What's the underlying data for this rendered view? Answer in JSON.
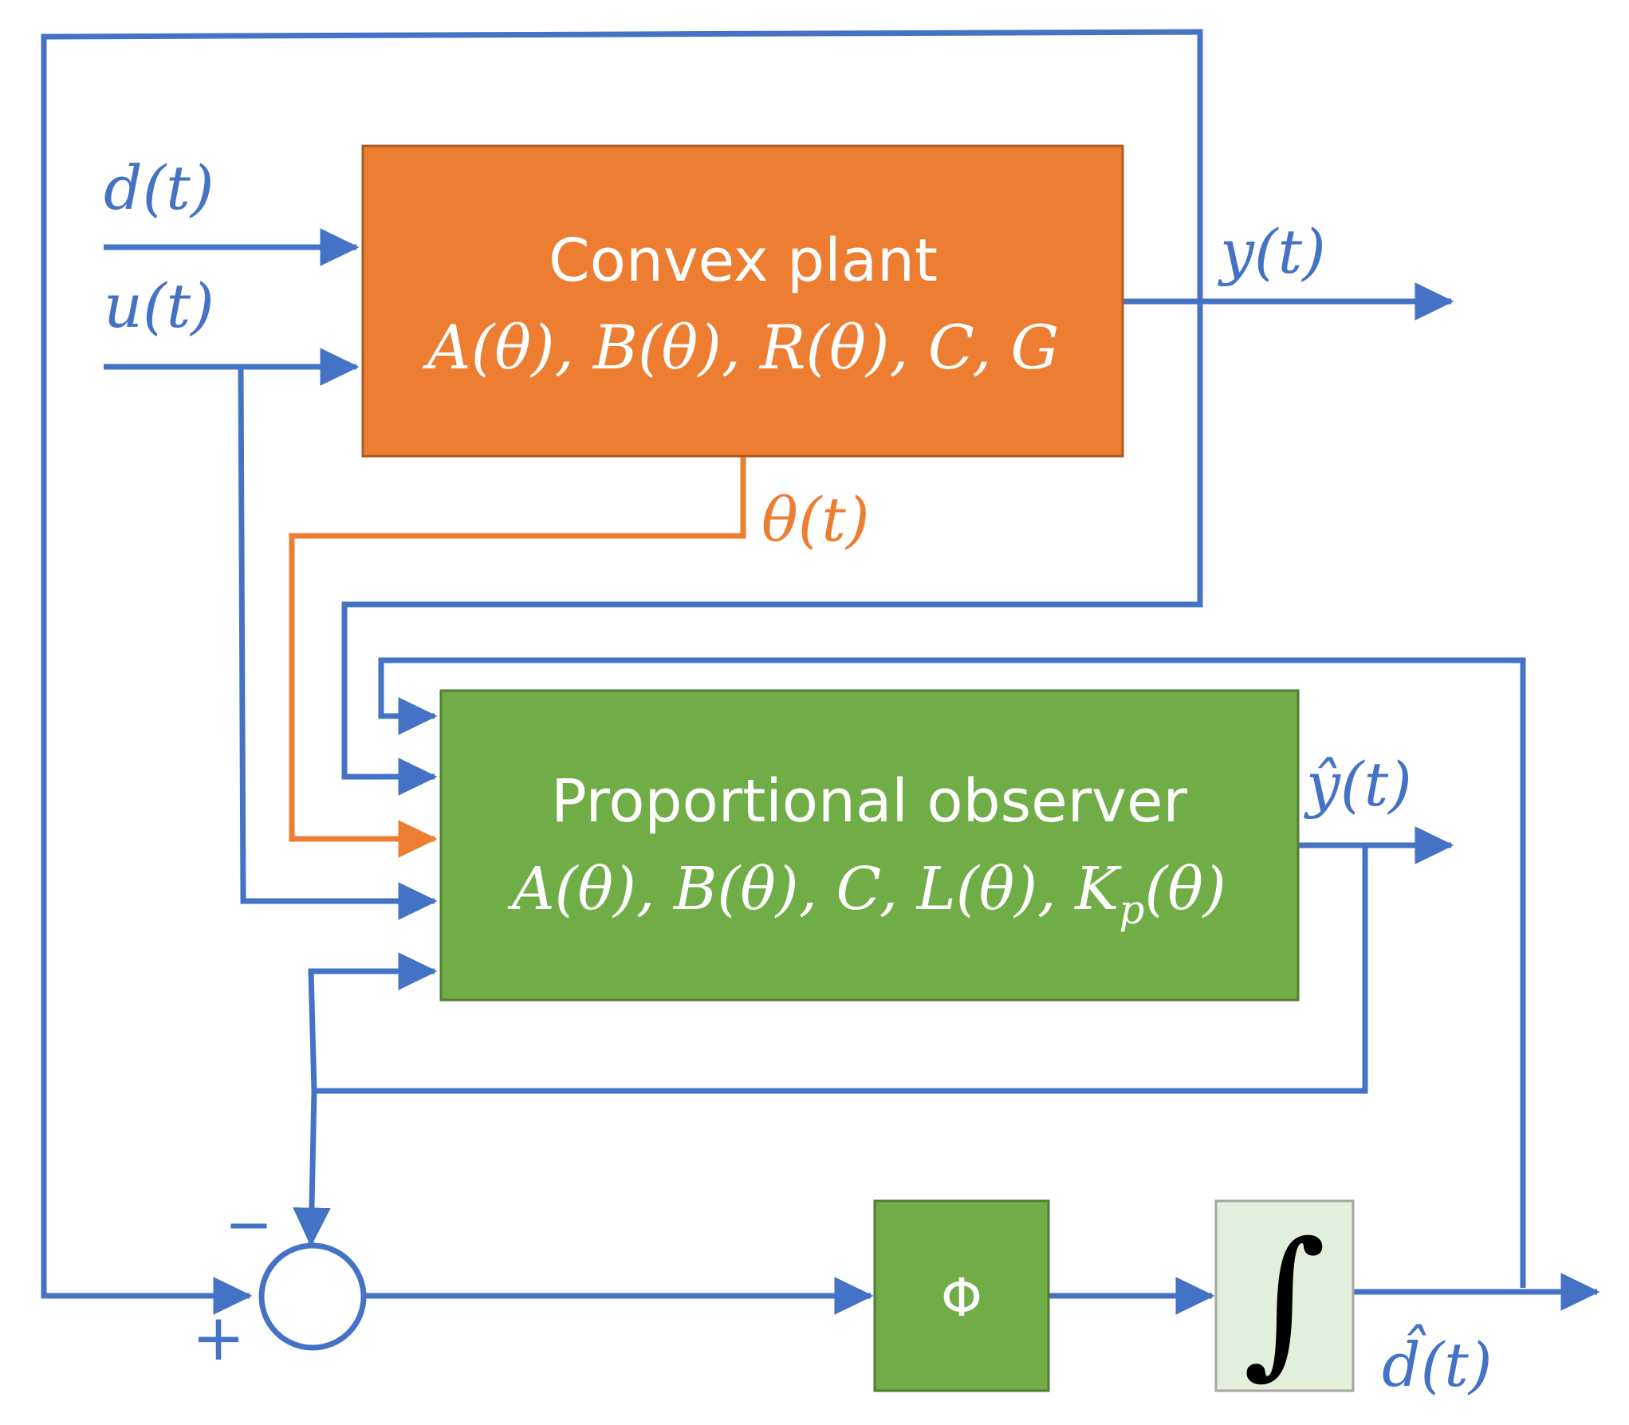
{
  "colors": {
    "blue": "#4472c4",
    "orange": "#ed7d31",
    "orange_border": "#ae5a21",
    "green": "#70ad47",
    "green_border": "#507e32",
    "light_green": "#e2efda",
    "light_green_border": "#a6a6a6"
  },
  "plant": {
    "title": "Convex plant",
    "params": "A(θ), B(θ), R(θ), C, G"
  },
  "observer": {
    "title": "Proportional observer",
    "params_main": "A(θ), B(θ), C, L(θ), K",
    "params_sub": "p",
    "params_tail": "(θ)"
  },
  "signals": {
    "d": "d(t)",
    "u": "u(t)",
    "y": "y(t)",
    "theta": "θ(t)",
    "y_hat": "ŷ(t)",
    "d_hat": "d̂(t)"
  },
  "blocks": {
    "phi": "Φ",
    "integral": "∫"
  },
  "summing_junction": {
    "minus": "−",
    "plus": "+"
  }
}
